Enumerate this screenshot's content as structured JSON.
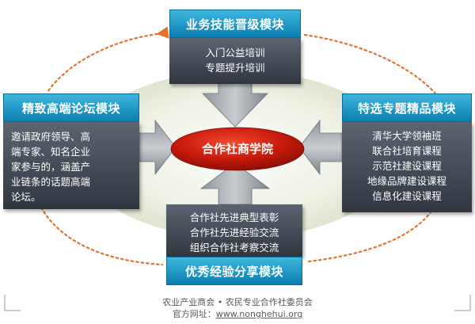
{
  "center": {
    "label": "合作社商学院"
  },
  "modules": {
    "top": {
      "title": "业务技能晋级模块",
      "lines": [
        "入门公益培训",
        "专题提升培训"
      ]
    },
    "left": {
      "title": "精致高端论坛模块",
      "lines": [
        "邀请政府领导、高",
        "端专家、知名企业",
        "家参与的，涵盖产",
        "业链条的话题高端",
        "论坛。"
      ]
    },
    "right": {
      "title": "特选专题精品模块",
      "lines": [
        "清华大学领袖班",
        "联合社培育课程",
        "示范社建设课程",
        "地缘品牌建设课程",
        "信息化建设课程"
      ]
    },
    "bottom": {
      "title": "优秀经验分享模块",
      "lines": [
        "合作社先进典型表彰",
        "合作社先进经验交流",
        "组织合作社考察交流"
      ]
    }
  },
  "footer": {
    "org": "农业产业商会 • 农民专业合作社委员会",
    "site_label": "官方网址：",
    "site_url": "www.nonghehui.org"
  },
  "colors": {
    "title_bar": "#1a95c8",
    "body_box": "#454c56",
    "center_ellipse": "#c41a0c",
    "dotted_ring": "#e8702a",
    "background_ellipse": "#e9eddd"
  }
}
